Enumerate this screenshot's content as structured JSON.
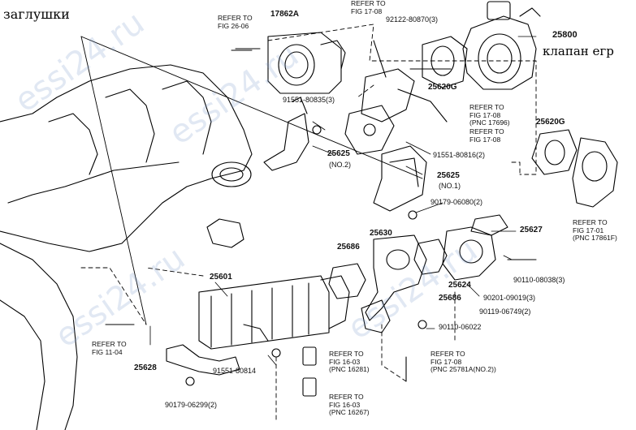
{
  "annotations": {
    "plugs": "заглушки",
    "egr_valve": "клапан егр"
  },
  "refs": [
    {
      "id": "r1",
      "line1": "REFER TO",
      "line2": "FIG 26-06",
      "line3": ""
    },
    {
      "id": "r2",
      "line1": "REFER TO",
      "line2": "FIG 17-08",
      "line3": ""
    },
    {
      "id": "r3",
      "line1": "REFER TO",
      "line2": "FIG 17-08",
      "line3": "(PNC 17696)"
    },
    {
      "id": "r4",
      "line1": "REFER TO",
      "line2": "FIG 17-08",
      "line3": ""
    },
    {
      "id": "r5",
      "line1": "REFER TO",
      "line2": "FIG 17-01",
      "line3": "(PNC 17861F)"
    },
    {
      "id": "r6",
      "line1": "REFER TO",
      "line2": "FIG 11-04",
      "line3": ""
    },
    {
      "id": "r7",
      "line1": "REFER TO",
      "line2": "FIG 16-03",
      "line3": "(PNC 16281)"
    },
    {
      "id": "r8",
      "line1": "REFER TO",
      "line2": "FIG 17-08",
      "line3": "(PNC 25781A(NO.2))"
    },
    {
      "id": "r9",
      "line1": "REFER TO",
      "line2": "FIG 16-03",
      "line3": "(PNC 16267)"
    }
  ],
  "parts": {
    "p17862A": "17862A",
    "p92122": "92122-80870(3)",
    "p25800": "25800",
    "p25620G_a": "25620G",
    "p25620G_b": "25620G",
    "p91551_3": "91551-80835(3)",
    "p25625_2": "25625",
    "p25625_2s": "(NO.2)",
    "p25625_1": "25625",
    "p25625_1s": "(NO.1)",
    "p91551_2": "91551-80816(2)",
    "p90179_2": "90179-06080(2)",
    "p25627": "25627",
    "p25630": "25630",
    "p25686_a": "25686",
    "p25686_b": "25686",
    "p25624": "25624",
    "p90110_3": "90110-08038(3)",
    "p90201": "90201-09019(3)",
    "p90119": "90119-06749(2)",
    "p90110_06022": "90110-06022",
    "p25601": "25601",
    "p25628": "25628",
    "p91551_80814": "91551-80814",
    "p90179_06299": "90179-06299(2)"
  },
  "watermark": "essi24.ru"
}
